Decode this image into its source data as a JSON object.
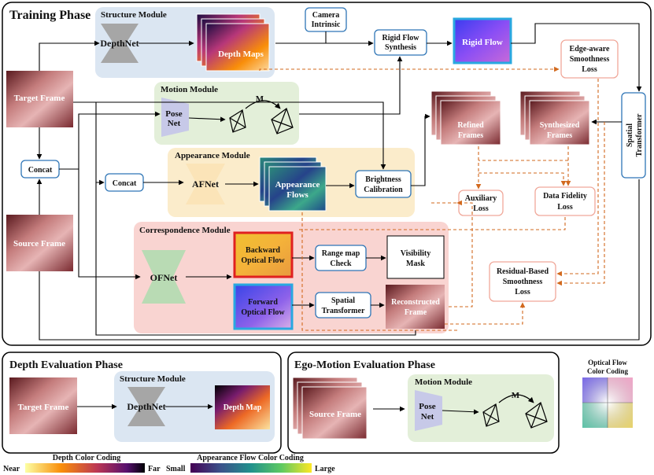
{
  "phases": {
    "training": "Training Phase",
    "depth_eval": "Depth Evaluation Phase",
    "ego_eval": "Ego-Motion Evaluation Phase"
  },
  "modules": {
    "structure": "Structure Module",
    "motion": "Motion Module",
    "appearance": "Appearance Module",
    "correspondence": "Correspondence Module",
    "structure_eval": "Structure Module",
    "motion_eval": "Motion Module"
  },
  "nets": {
    "depthnet": "DepthNet",
    "posenet_l1": "Pose",
    "posenet_l2": "Net",
    "afnet": "AFNet",
    "ofnet": "OFNet",
    "depthnet_eval": "DepthNet",
    "posenet_eval_l1": "Pose",
    "posenet_eval_l2": "Net"
  },
  "frames": {
    "target": "Target Frame",
    "source": "Source Frame",
    "target_eval": "Target Frame",
    "source_eval": "Source Frame"
  },
  "blocks": {
    "concat_left": "Concat",
    "concat_mid": "Concat",
    "camera_l1": "Camera",
    "camera_l2": "Intrinsic",
    "rigid_synth_l1": "Rigid Flow",
    "rigid_synth_l2": "Synthesis",
    "rigid_flow": "Rigid Flow",
    "brightness_l1": "Brightness",
    "brightness_l2": "Calibration",
    "range_l1": "Range map",
    "range_l2": "Check",
    "visibility_l1": "Visibility",
    "visibility_l2": "Mask",
    "spatial_mid_l1": "Spatial",
    "spatial_mid_l2": "Transformer",
    "spatial_right_l1": "Spatial",
    "spatial_right_l2": "Transformer",
    "backward_l1": "Backward",
    "backward_l2": "Optical Flow",
    "forward_l1": "Forward",
    "forward_l2": "Optical Flow",
    "depth_maps": "Depth Maps",
    "depth_map_eval": "Depth Map",
    "appearance_l1": "Appearance",
    "appearance_l2": "Flows",
    "refined_l1": "Refined",
    "refined_l2": "Frames",
    "synth_l1": "Synthesized",
    "synth_l2": "Frames",
    "recon_l1": "Reconstructed",
    "recon_l2": "Frame",
    "motion_m": "M",
    "motion_m_eval": "M"
  },
  "losses": {
    "edge_l1": "Edge-aware",
    "edge_l2": "Smoothness",
    "edge_l3": "Loss",
    "aux_l1": "Auxiliary",
    "aux_l2": "Loss",
    "fidelity_l1": "Data Fidelity",
    "fidelity_l2": "Loss",
    "residual_l1": "Residual-Based",
    "residual_l2": "Smoothness",
    "residual_l3": "Loss"
  },
  "legend": {
    "of_l1": "Optical Flow",
    "of_l2": "Color Coding",
    "depth_title": "Depth Color Coding",
    "near": "Near",
    "far": "Far",
    "af_title": "Appearance Flow Color Coding",
    "small": "Small",
    "large": "Large"
  },
  "colors": {
    "structure_bg": "#dbe6f2",
    "motion_bg": "#e3efd9",
    "appearance_bg": "#fbeccb",
    "correspondence_bg": "#f9d4d1",
    "loss_stroke": "#f0a89a",
    "dashed_arrow": "#d2691e",
    "box_stroke": "#2e75b6"
  }
}
